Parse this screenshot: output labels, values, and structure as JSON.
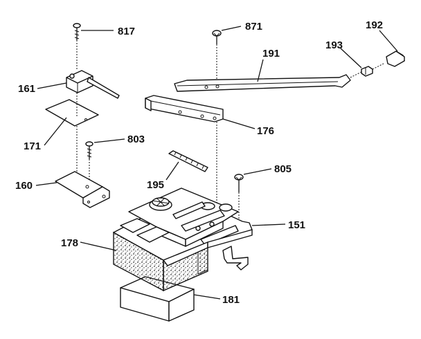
{
  "diagram": {
    "labels": {
      "p817": "817",
      "p871": "871",
      "p192": "192",
      "p193": "193",
      "p191": "191",
      "p161": "161",
      "p176": "176",
      "p171": "171",
      "p803": "803",
      "p195": "195",
      "p805": "805",
      "p160": "160",
      "p151": "151",
      "p178": "178",
      "p181": "181"
    }
  }
}
